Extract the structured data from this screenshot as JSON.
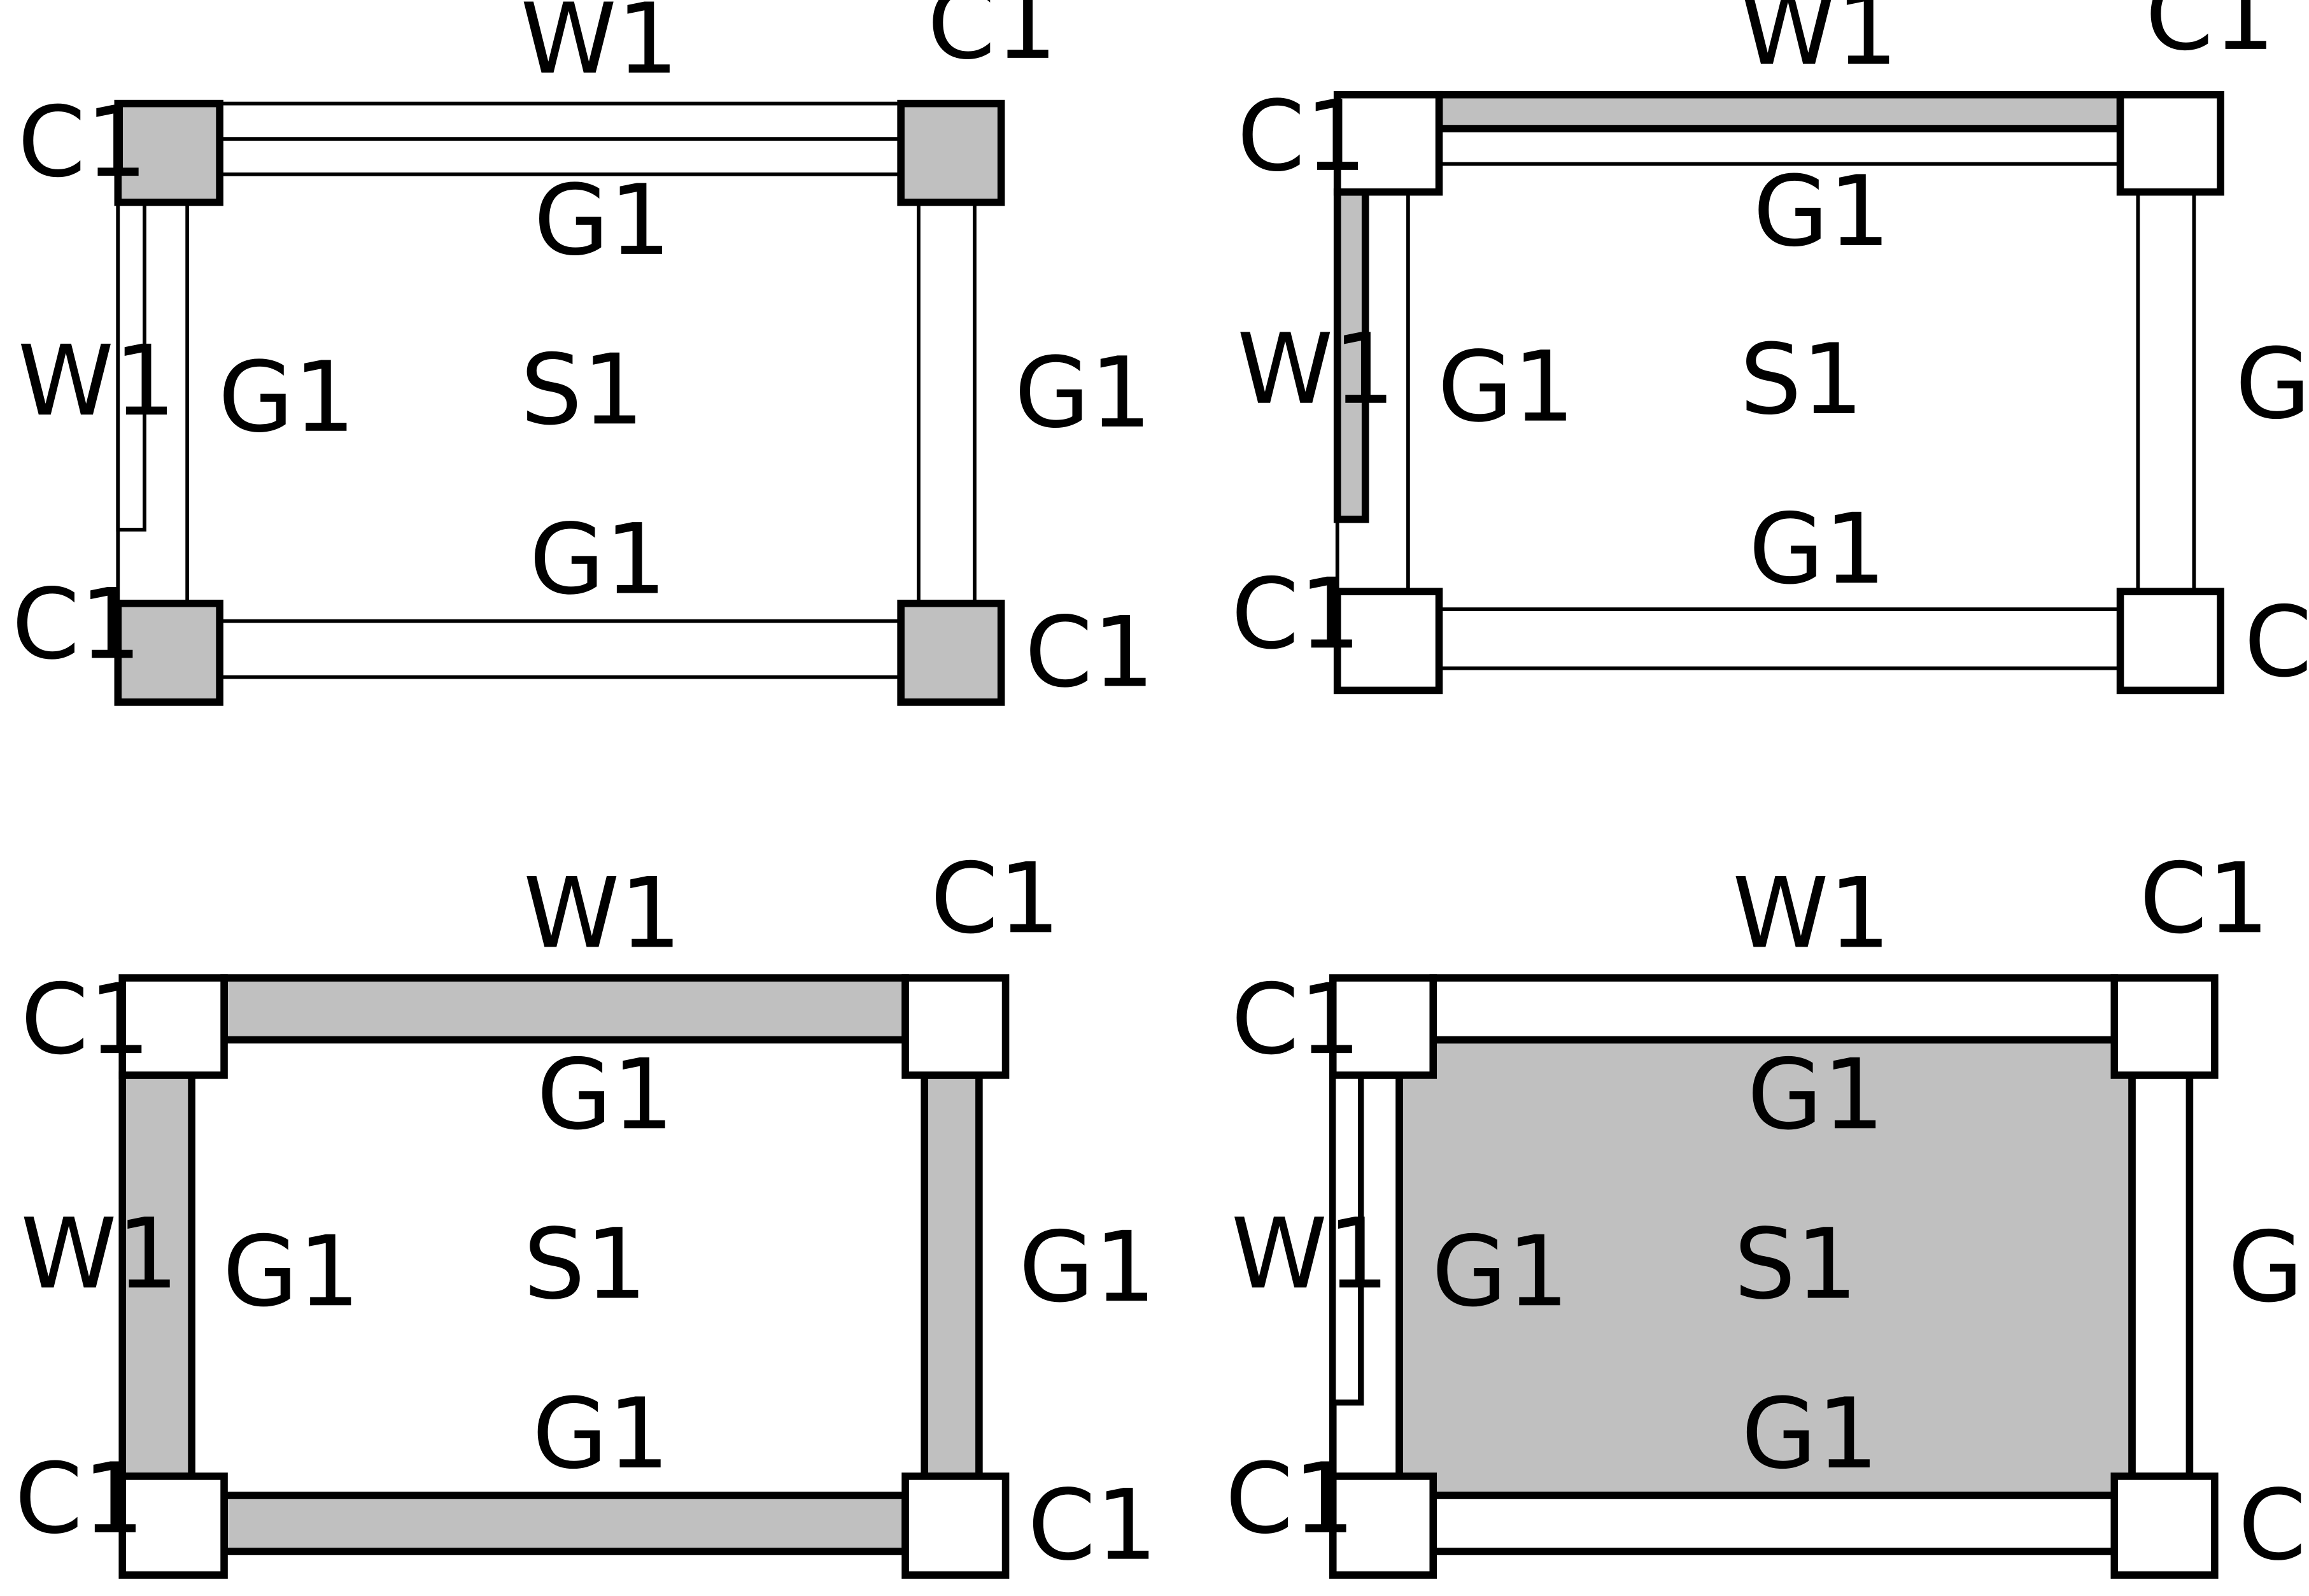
{
  "labels": {
    "column": "C1",
    "wall": "W1",
    "girder": "G1",
    "slab": "S1"
  },
  "colors": {
    "highlight": "#c0c0c0",
    "line": "#000000",
    "background": "#ffffff"
  },
  "panels": [
    {
      "id": "panel-1",
      "highlighted_members": [
        "columns"
      ]
    },
    {
      "id": "panel-2",
      "highlighted_members": [
        "walls"
      ]
    },
    {
      "id": "panel-3",
      "highlighted_members": [
        "beams"
      ]
    },
    {
      "id": "panel-4",
      "highlighted_members": [
        "slab"
      ]
    }
  ]
}
